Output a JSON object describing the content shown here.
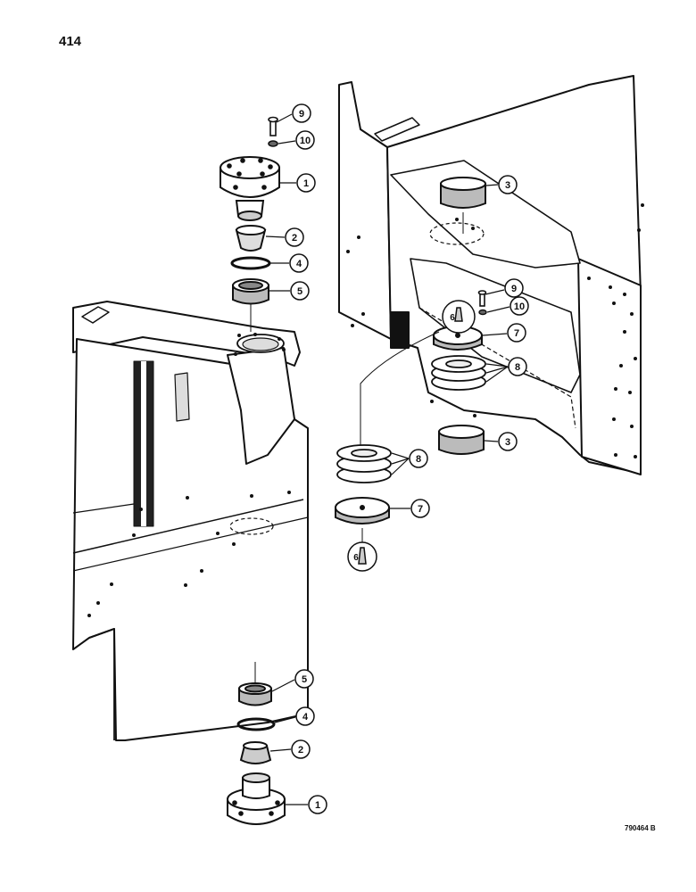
{
  "page_number": "414",
  "drawing_number": "790464 B",
  "callouts": [
    {
      "id": "c9a",
      "label": "9"
    },
    {
      "id": "c10a",
      "label": "10"
    },
    {
      "id": "c1a",
      "label": "1"
    },
    {
      "id": "c2a",
      "label": "2"
    },
    {
      "id": "c4a",
      "label": "4"
    },
    {
      "id": "c5a",
      "label": "5"
    },
    {
      "id": "c3a",
      "label": "3"
    },
    {
      "id": "c9b",
      "label": "9"
    },
    {
      "id": "c10b",
      "label": "10"
    },
    {
      "id": "c7a",
      "label": "7"
    },
    {
      "id": "c8a",
      "label": "8"
    },
    {
      "id": "c3b",
      "label": "3"
    },
    {
      "id": "c8b",
      "label": "8"
    },
    {
      "id": "c7b",
      "label": "7"
    },
    {
      "id": "c5b",
      "label": "5"
    },
    {
      "id": "c4b",
      "label": "4"
    },
    {
      "id": "c2b",
      "label": "2"
    },
    {
      "id": "c1b",
      "label": "1"
    }
  ],
  "fitting_labels": [
    {
      "id": "f6a",
      "label": "6"
    },
    {
      "id": "f6b",
      "label": "6"
    }
  ],
  "colors": {
    "ink": "#111111",
    "frame_fill": "#ffffff",
    "shade": "#9a9a9a"
  }
}
